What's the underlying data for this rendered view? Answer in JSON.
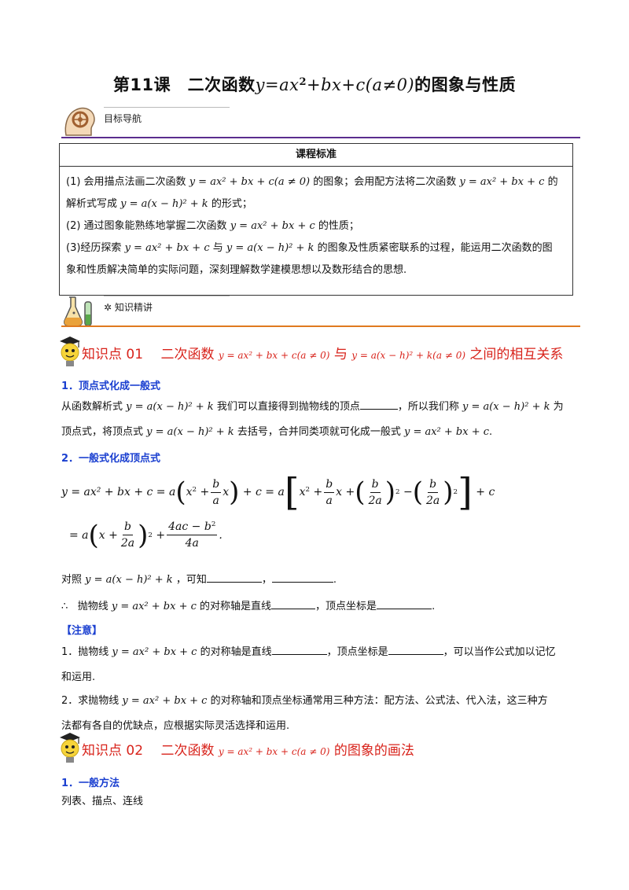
{
  "title": {
    "prefix": "第11课　二次函数",
    "formula_y": "y",
    "formula_eq": "=ax",
    "formula_sup": "2",
    "formula_rest": "+bx+c(a≠0)",
    "suffix": "的图象与性质"
  },
  "nav_header": {
    "label": "目标导航"
  },
  "standards": {
    "heading": "课程标准",
    "item1_a": "(1)  会用描点法画二次函数",
    "item1_f1": "y = ax² + bx + c(a ≠ 0)",
    "item1_b": "的图象；会用配方法将二次函数",
    "item1_f2": "y = ax² + bx + c",
    "item1_c": "的",
    "item1_d": "解析式写成",
    "item1_f3": "y = a(x − h)² + k",
    "item1_e": "的形式；",
    "item2_a": "(2)  通过图象能熟练地掌握二次函数",
    "item2_f": "y = ax² + bx + c",
    "item2_b": "的性质；",
    "item3_a": "(3)经历探索",
    "item3_f1": "y = ax² + bx + c",
    "item3_b": "与",
    "item3_f2": "y = a(x − h)² + k",
    "item3_c": "的图象及性质紧密联系的过程，能运用二次函数的图",
    "item3_d": "象和性质解决简单的实际问题，深刻理解数学建模思想以及数形结合的思想."
  },
  "knowledge_header": {
    "label": "知识精讲"
  },
  "kp1": {
    "prefix": "知识点 01　 二次函数",
    "f1": "y = ax² + bx + c(a ≠ 0)",
    "mid": "与",
    "f2": "y = a(x − h)² + k(a ≠ 0)",
    "suffix": "之间的相互关系"
  },
  "kp1_sub1": "1．顶点式化成一般式",
  "kp1_p1": {
    "a": "从函数解析式",
    "f1": "y = a(x − h)² + k",
    "b": "我们可以直接得到抛物线的顶点",
    "c": "，所以我们称",
    "f2": "y = a(x − h)² + k",
    "d": "为",
    "e": "顶点式，将顶点式",
    "f3": "y = a(x − h)² + k",
    "g": "去括号，合并同类项就可化成一般式",
    "f4": "y = ax² + bx + c",
    "h": "."
  },
  "kp1_sub2": "2．一般式化成顶点式",
  "derivation": {
    "line1_lhs": "y = ax² + bx + c = a",
    "line2_lhs": "= a"
  },
  "compare": {
    "a": "对照",
    "f": "y = a(x − h)² + k",
    "b": "，可知",
    "c": "，",
    "d": "."
  },
  "therefore": {
    "sym": "∴",
    "a": "抛物线",
    "f": "y = ax² + bx + c",
    "b": "的对称轴是直线",
    "c": "，顶点坐标是",
    "d": "."
  },
  "note_title": "【注意】",
  "note1": {
    "a": "1．抛物线",
    "f": "y = ax² + bx + c",
    "b": "的对称轴是直线",
    "c": "，顶点坐标是",
    "d": "，可以当作公式加以记忆",
    "e": "和运用."
  },
  "note2": {
    "a": "2．求抛物线",
    "f": "y = ax² + bx + c",
    "b": "的对称轴和顶点坐标通常用三种方法：配方法、公式法、代入法，这三种方",
    "c": "法都有各自的优缺点，应根据实际灵活选择和运用."
  },
  "kp2": {
    "prefix": "知识点 02　 二次函数",
    "f1": "y = ax² + bx + c(a ≠ 0)",
    "suffix": "的图象的画法"
  },
  "kp2_sub1": "1．一般方法",
  "kp2_p1": "列表、描点、连线",
  "colors": {
    "accent_red": "#d8231b",
    "accent_blue": "#1a3fd0",
    "rule_purple": "#5b2d8e",
    "rule_orange": "#e07a1f"
  }
}
